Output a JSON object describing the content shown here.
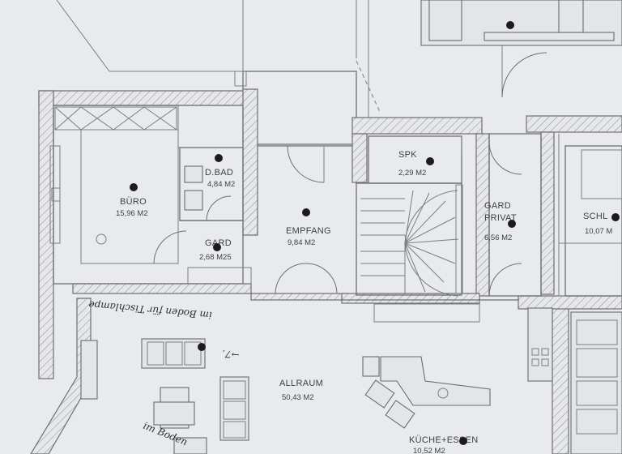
{
  "rooms": {
    "buero": {
      "name": "BÜRO",
      "area": "15,96 M2"
    },
    "dbad": {
      "name": "D.BAD",
      "area": "4,84 M2"
    },
    "gard": {
      "name": "GARD",
      "area": "2,68 M25"
    },
    "empfang": {
      "name": "EMPFANG",
      "area": "9,84 M2"
    },
    "spk": {
      "name": "SPK",
      "area": "2,29 M2"
    },
    "gard_privat": {
      "name": "GARD",
      "name2": "PRIVAT",
      "area": "6,56 M2"
    },
    "schl": {
      "name": "SCHL",
      "area": "10,07 M"
    },
    "allraum": {
      "name": "ALLRAUM",
      "area": "50,43 M2"
    },
    "kueche": {
      "name": "KÜCHE+ESSEN",
      "area": "10,52 M2"
    }
  },
  "notes": {
    "tischlampe": "im Boden für Tischlampe",
    "arrow": "→7.",
    "im_boden": "im Boden"
  },
  "colors": {
    "paper": "#e9eaec",
    "line": "#6d6f74",
    "ink": "#1b1b1e"
  }
}
